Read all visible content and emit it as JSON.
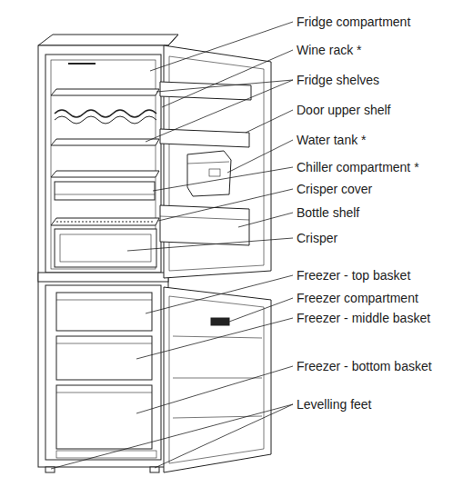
{
  "diagram": {
    "labels": [
      "Fridge compartment",
      "Wine rack *",
      "Fridge shelves",
      "Door upper shelf",
      "Water tank *",
      "Chiller compartment *",
      "Crisper cover",
      "Bottle shelf",
      "Crisper",
      "Freezer - top basket",
      "Freezer compartment",
      "Freezer - middle basket",
      "Freezer - bottom basket",
      "Levelling feet"
    ]
  }
}
